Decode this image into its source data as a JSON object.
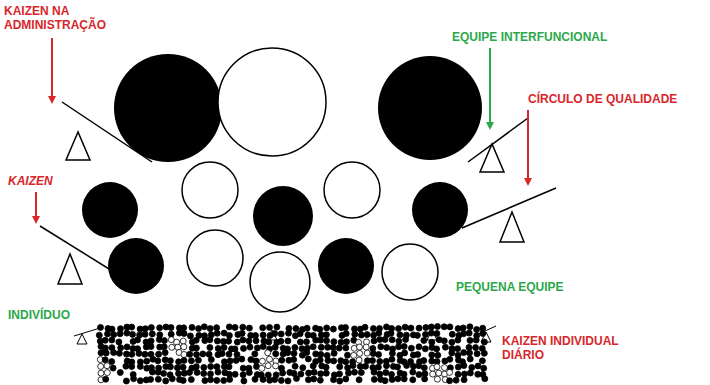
{
  "diagram": {
    "labels": [
      "KAIZEN NA ADMINISTRAÇÃO",
      "EQUIPE INTERFUNCIONAL",
      "CÍRCULO DE QUALIDADE",
      "KAIZEN",
      "PEQUENA EQUIPE",
      "INDIVÍDUO",
      "KAIZEN INDIVIDUAL DIÁRIO"
    ]
  }
}
